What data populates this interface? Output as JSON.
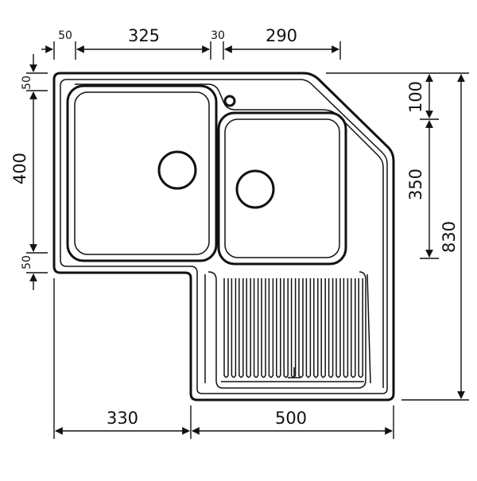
{
  "diagram": {
    "dimensions": {
      "top_left_margin": "50",
      "left_bowl_width": "325",
      "middle_gap": "30",
      "right_bowl_width": "290",
      "left_top_margin": "50",
      "left_bowl_depth": "400",
      "left_bottom_margin": "50",
      "right_top_segment": "100",
      "right_mid_segment": "350",
      "overall_height": "830",
      "bottom_left_width": "330",
      "bottom_right_width": "500"
    },
    "stroke_color": "#111111",
    "background_color": "#ffffff"
  }
}
